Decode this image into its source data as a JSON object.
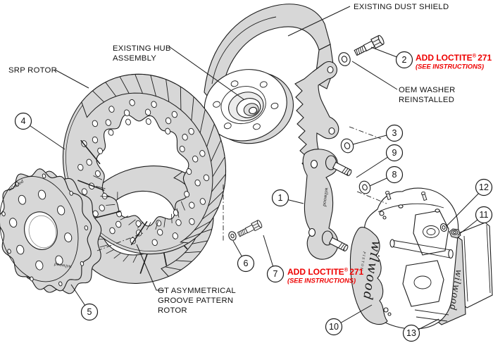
{
  "colors": {
    "background": "#ffffff",
    "line": "#1c1c1c",
    "part_fill": "#d7d7d7",
    "warning_red": "#ee0000"
  },
  "labels": {
    "existing_dust_shield": "EXISTING DUST SHIELD",
    "existing_hub_line1": "EXISTING HUB",
    "existing_hub_line2": "ASSEMBLY",
    "srp_rotor": "SRP ROTOR",
    "oem_washer_line1": "OEM WASHER",
    "oem_washer_line2": "REINSTALLED",
    "gt_rotor_line1": "GT ASYMMETRICAL",
    "gt_rotor_line2": "GROOVE PATTERN",
    "gt_rotor_line3": "ROTOR"
  },
  "loctite_note": {
    "title": "ADD LOCTITE",
    "registered_mark": "®",
    "number": "271",
    "instructions": "(SEE INSTRUCTIONS)"
  },
  "branding": {
    "script_logo": "wilwood",
    "piston_marking": "PISTON"
  },
  "callouts": {
    "c1": "1",
    "c2": "2",
    "c3": "3",
    "c4": "4",
    "c5": "5",
    "c6": "6",
    "c7": "7",
    "c8": "8",
    "c9": "9",
    "c10": "10",
    "c11": "11",
    "c12": "12",
    "c13": "13"
  }
}
